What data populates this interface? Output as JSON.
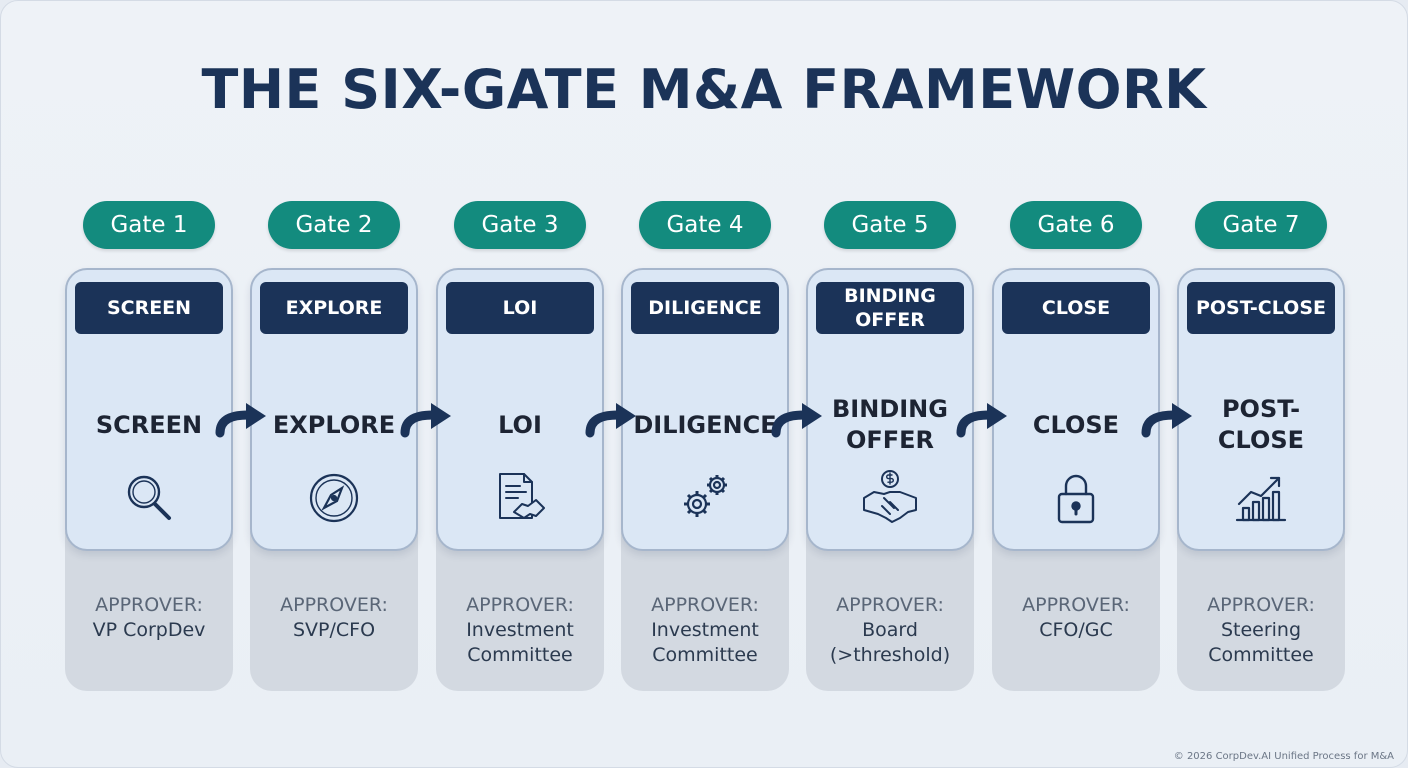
{
  "title": "THE SIX-GATE M&A FRAMEWORK",
  "gates": [
    {
      "gate": "Gate 1",
      "header": "SCREEN",
      "stage": "SCREEN",
      "icon": "magnifier-icon",
      "approver_label": "APPROVER:",
      "approver": "VP CorpDev"
    },
    {
      "gate": "Gate 2",
      "header": "EXPLORE",
      "stage": "EXPLORE",
      "icon": "compass-icon",
      "approver_label": "APPROVER:",
      "approver": "SVP/CFO"
    },
    {
      "gate": "Gate 3",
      "header": "LOI",
      "stage": "LOI",
      "icon": "document-handshake-icon",
      "approver_label": "APPROVER:",
      "approver": "Investment Committee"
    },
    {
      "gate": "Gate 4",
      "header": "DILIGENCE",
      "stage": "DILIGENCE",
      "icon": "gears-icon",
      "approver_label": "APPROVER:",
      "approver": "Investment Committee"
    },
    {
      "gate": "Gate 5",
      "header": "BINDING OFFER",
      "stage": "BINDING OFFER",
      "icon": "handshake-dollar-icon",
      "approver_label": "APPROVER:",
      "approver": "Board (>threshold)"
    },
    {
      "gate": "Gate 6",
      "header": "CLOSE",
      "stage": "CLOSE",
      "icon": "padlock-icon",
      "approver_label": "APPROVER:",
      "approver": "CFO/GC"
    },
    {
      "gate": "Gate 7",
      "header": "POST-CLOSE",
      "stage": "POST-CLOSE",
      "icon": "growth-chart-icon",
      "approver_label": "APPROVER:",
      "approver": "Steering Committee"
    }
  ],
  "footer": "© 2026 CorpDev.AI Unified Process for M&A",
  "colors": {
    "pill": "#138b7e",
    "header": "#1b3358",
    "card": "#dbe7f5",
    "approver": "#d3d9e1",
    "arrow": "#1b3358"
  }
}
